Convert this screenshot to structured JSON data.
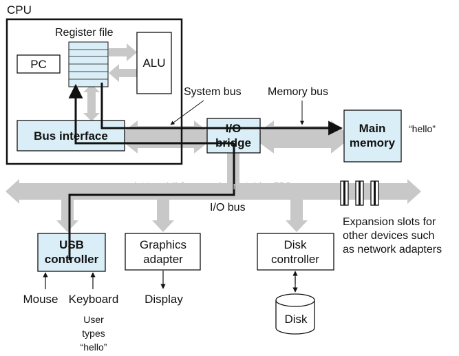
{
  "cpu": {
    "title": "CPU",
    "register_file_label": "Register file",
    "pc_label": "PC",
    "alu_label": "ALU",
    "bus_interface_label": "Bus interface"
  },
  "buses": {
    "system_bus_label": "System bus",
    "memory_bus_label": "Memory bus",
    "io_bus_label": "I/O bus"
  },
  "io_bridge": {
    "line1": "I/O",
    "line2": "bridge"
  },
  "main_memory": {
    "line1": "Main",
    "line2": "memory",
    "note": "“hello”"
  },
  "usb_controller": {
    "line1": "USB",
    "line2": "controller"
  },
  "graphics_adapter": {
    "line1": "Graphics",
    "line2": "adapter"
  },
  "disk_controller": {
    "line1": "Disk",
    "line2": "controller"
  },
  "devices": {
    "mouse": "Mouse",
    "keyboard": "Keyboard",
    "display": "Display",
    "disk": "Disk",
    "user_note": [
      "User",
      "types",
      "“hello”"
    ]
  },
  "expansion_slots": [
    "Expansion slots for",
    "other devices such",
    "as network adapters"
  ],
  "watermark": "http://blog.csdn.net/dc_726",
  "colors": {
    "bus_gray": "#c8c8c8",
    "component_fill": "#daeef7",
    "path_black": "#111111"
  }
}
